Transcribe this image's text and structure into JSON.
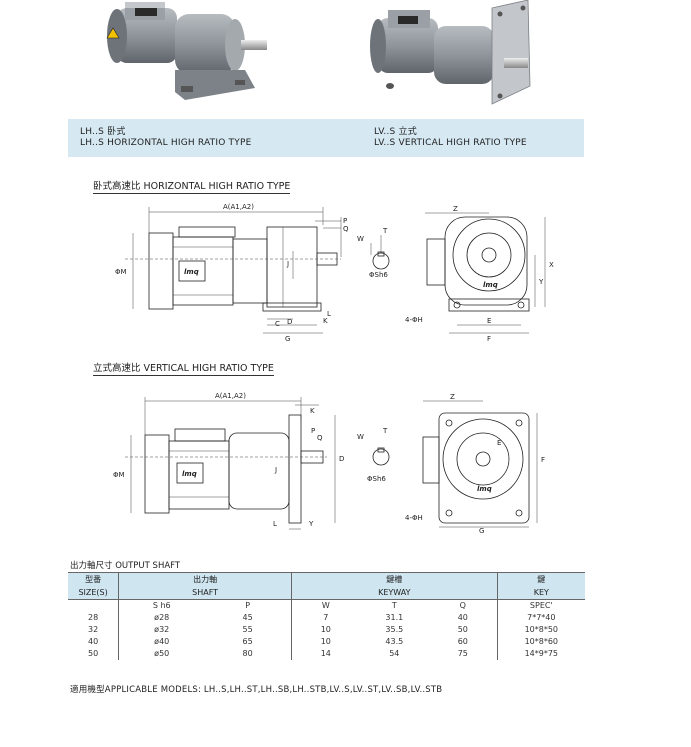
{
  "captions": {
    "left_line1": "LH..S 卧式",
    "left_line2": "LH..S HORIZONTAL  HIGH  RATIO  TYPE",
    "right_line1": "LV..S 立式",
    "right_line2": "LV..S VERTICAL HIGH  RATIO TYPE"
  },
  "horizontal_section": {
    "title": "卧式高速比  HORIZONTAL HIGH RATIO TYPE",
    "labels": {
      "a": "A(A1,A2)",
      "p": "P",
      "q": "Q",
      "w": "W",
      "t": "T",
      "phi_sh6": "ΦSh6",
      "phi_m": "ΦM",
      "j": "J",
      "c": "C",
      "d": "D",
      "k": "K",
      "l": "L",
      "g": "G",
      "z": "Z",
      "x": "X",
      "y": "Y",
      "four_phi_h": "4-ΦH",
      "e": "E",
      "f": "F",
      "logo": "lmq"
    }
  },
  "vertical_section": {
    "title": "立式高速比  VERTICAL HIGH RATIO TYPE",
    "labels": {
      "a": "A(A1,A2)",
      "k": "K",
      "p": "P",
      "q": "Q",
      "w": "W",
      "t": "T",
      "phi_sh6": "ΦSh6",
      "phi_m": "ΦM",
      "j": "J",
      "d": "D",
      "l": "L",
      "y": "Y",
      "z": "Z",
      "e": "E",
      "f": "F",
      "four_phi_h": "4-ΦH",
      "g": "G",
      "logo": "lmq"
    }
  },
  "output_shaft": {
    "title": "出力軸尺寸  OUTPUT  SHAFT",
    "header_row1": {
      "size_cn": "型番",
      "shaft_cn": "出力軸",
      "keyway_cn": "鍵槽",
      "key_cn": "鍵"
    },
    "header_row2": {
      "size_en": "SIZE(S)",
      "shaft_en": "SHAFT",
      "keyway_en": "KEYWAY",
      "key_en": "KEY"
    },
    "columns": [
      "S h6",
      "P",
      "W",
      "T",
      "Q",
      "SPEC'"
    ],
    "rows": [
      {
        "size": "28",
        "sh6": "ø28",
        "p": "45",
        "w": "7",
        "t": "31.1",
        "q": "40",
        "spec": "7*7*40"
      },
      {
        "size": "32",
        "sh6": "ø32",
        "p": "55",
        "w": "10",
        "t": "35.5",
        "q": "50",
        "spec": "10*8*50"
      },
      {
        "size": "40",
        "sh6": "ø40",
        "p": "65",
        "w": "10",
        "t": "43.5",
        "q": "60",
        "spec": "10*8*60"
      },
      {
        "size": "50",
        "sh6": "ø50",
        "p": "80",
        "w": "14",
        "t": "54",
        "q": "75",
        "spec": "14*9*75"
      }
    ]
  },
  "applicable_models": "適用機型APPLICABLE MODELS: LH..S,LH..ST,LH..SB,LH..STB,LV..S,LV..ST,LV..SB,LV..STB",
  "colors": {
    "header_blue": "#cfe6f1",
    "band_blue": "#d6e9f3",
    "motor_gray": "#8e949a"
  }
}
